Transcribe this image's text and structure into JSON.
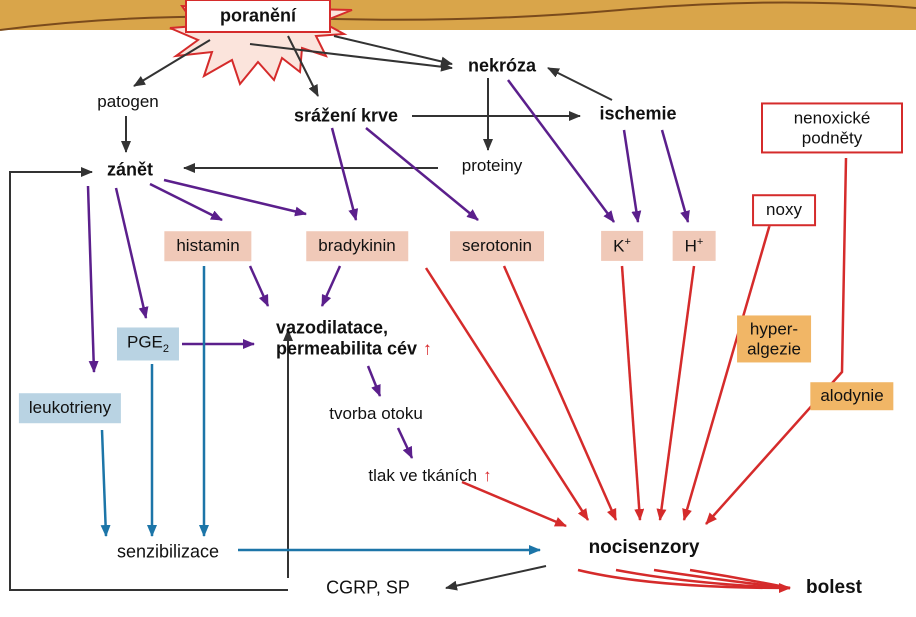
{
  "diagram": {
    "trigger": "poranění",
    "nodes": {
      "patogen": "patogen",
      "zanet": "zánět",
      "srazeni": "srážení krve",
      "nekroza": "nekróza",
      "ischemie": "ischemie",
      "proteiny": "proteiny",
      "histamin": "histamin",
      "bradykinin": "bradykinin",
      "serotonin": "serotonin",
      "k": "K",
      "h": "H",
      "plus": "+",
      "pge": "PGE",
      "pge_sub": "2",
      "leukotrieny": "leukotrieny",
      "vazodilatace_line1": "vazodilatace,",
      "vazodilatace_line2": "permeabilita cév",
      "tvorba": "tvorba otoku",
      "tlak": "tlak ve tkáních",
      "senzibilizace": "senzibilizace",
      "cgrp": "CGRP, SP",
      "nocisenzory": "nocisenzory",
      "bolest": "bolest",
      "nenoxicke_line1": "nenoxické",
      "nenoxicke_line2": "podněty",
      "noxy": "noxy",
      "hyper_line1": "hyper-",
      "hyper_line2": "algezie",
      "alodynie": "alodynie",
      "up_arrow": "↑"
    }
  },
  "colors": {
    "purple": "#5b1f8c",
    "red": "#d52b2b",
    "blue": "#1c75a8",
    "dark": "#333333",
    "paper": "#d9a54a"
  }
}
